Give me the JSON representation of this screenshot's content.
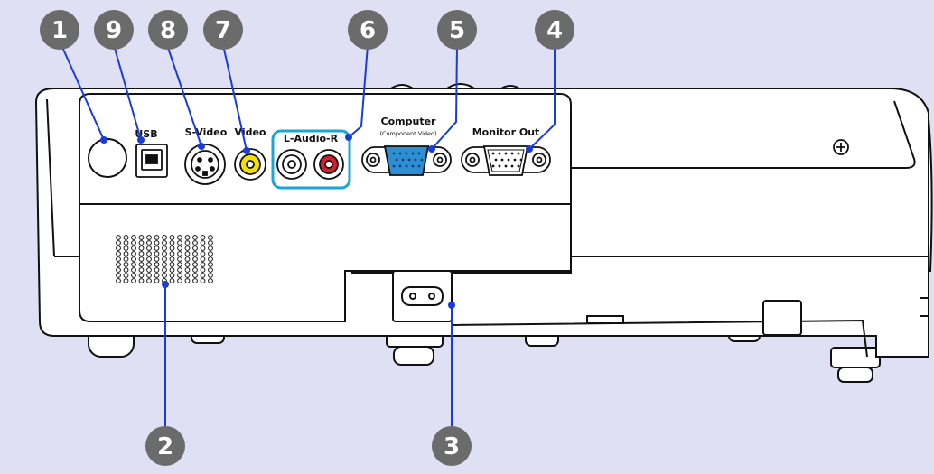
{
  "callouts": [
    "1",
    "9",
    "8",
    "7",
    "6",
    "5",
    "4",
    "2",
    "3"
  ],
  "port_labels": {
    "usb": "USB",
    "svideo": "S-Video",
    "video": "Video",
    "audio": "L-Audio-R",
    "computer": "Computer",
    "computer_sub": "(Component Video)",
    "monitor_out": "Monitor Out"
  },
  "colors": {
    "background": "#dfe0f4",
    "callout_circle": "#6b6b6b",
    "leader_line": "#1a3cd8",
    "audio_frame": "#1aa7d6",
    "vga_in": "#2d8fd2",
    "video_yellow": "#f3e000",
    "audio_red": "#d81e2a"
  }
}
